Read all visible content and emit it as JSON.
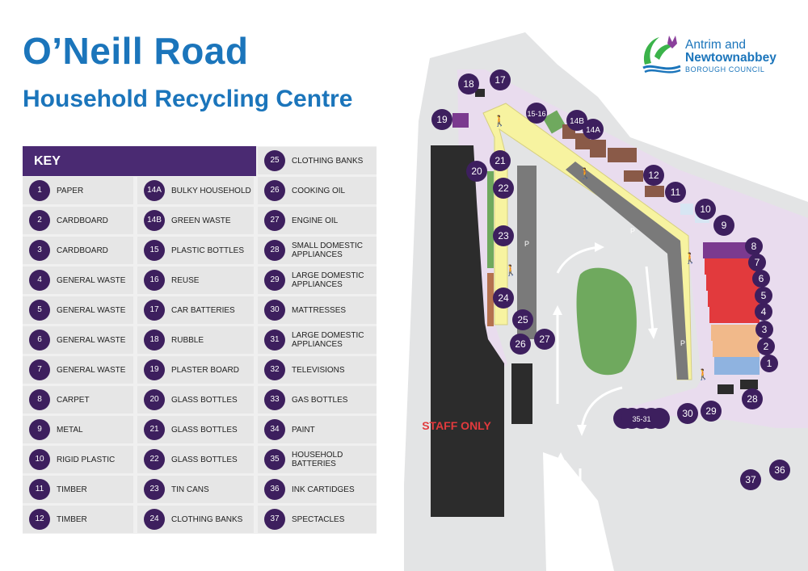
{
  "header": {
    "title": "O’Neill Road",
    "subtitle": "Household Recycling Centre"
  },
  "logo": {
    "line1": "Antrim and",
    "line2": "Newtownabbey",
    "line3": "BOROUGH COUNCIL"
  },
  "key": {
    "title": "KEY",
    "items": [
      {
        "num": "1",
        "label": "PAPER"
      },
      {
        "num": "2",
        "label": "CARDBOARD"
      },
      {
        "num": "3",
        "label": "CARDBOARD"
      },
      {
        "num": "4",
        "label": "GENERAL WASTE"
      },
      {
        "num": "5",
        "label": "GENERAL WASTE"
      },
      {
        "num": "6",
        "label": "GENERAL WASTE"
      },
      {
        "num": "7",
        "label": "GENERAL WASTE"
      },
      {
        "num": "8",
        "label": "CARPET"
      },
      {
        "num": "9",
        "label": "METAL"
      },
      {
        "num": "10",
        "label": "RIGID PLASTIC"
      },
      {
        "num": "11",
        "label": "TIMBER"
      },
      {
        "num": "12",
        "label": "TIMBER"
      },
      {
        "num": "14A",
        "label": "BULKY HOUSEHOLD"
      },
      {
        "num": "14B",
        "label": "GREEN WASTE"
      },
      {
        "num": "15",
        "label": "PLASTIC BOTTLES"
      },
      {
        "num": "16",
        "label": "REUSE"
      },
      {
        "num": "17",
        "label": "CAR BATTERIES"
      },
      {
        "num": "18",
        "label": "RUBBLE"
      },
      {
        "num": "19",
        "label": "PLASTER BOARD"
      },
      {
        "num": "20",
        "label": "GLASS BOTTLES"
      },
      {
        "num": "21",
        "label": "GLASS BOTTLES"
      },
      {
        "num": "22",
        "label": "GLASS BOTTLES"
      },
      {
        "num": "23",
        "label": "TIN CANS"
      },
      {
        "num": "24",
        "label": "CLOTHING BANKS"
      },
      {
        "num": "25",
        "label": "CLOTHING BANKS"
      },
      {
        "num": "26",
        "label": "COOKING OIL"
      },
      {
        "num": "27",
        "label": "ENGINE OIL"
      },
      {
        "num": "28",
        "label": "SMALL DOMESTIC APPLIANCES"
      },
      {
        "num": "29",
        "label": "LARGE DOMESTIC APPLIANCES"
      },
      {
        "num": "30",
        "label": "MATTRESSES"
      },
      {
        "num": "31",
        "label": "LARGE DOMESTIC APPLIANCES"
      },
      {
        "num": "32",
        "label": "TELEVISIONS"
      },
      {
        "num": "33",
        "label": "GAS BOTTLES"
      },
      {
        "num": "34",
        "label": "PAINT"
      },
      {
        "num": "35",
        "label": "HOUSEHOLD BATTERIES"
      },
      {
        "num": "36",
        "label": "INK CARTIDGES"
      },
      {
        "num": "37",
        "label": "SPECTACLES"
      }
    ]
  },
  "map": {
    "staff_label": "STAFF ONLY",
    "parking_label": "P",
    "markers": [
      "1",
      "2",
      "3",
      "4",
      "5",
      "6",
      "7",
      "8",
      "9",
      "10",
      "11",
      "12",
      "14A",
      "14B",
      "15-16",
      "17",
      "18",
      "19",
      "20",
      "21",
      "22",
      "23",
      "24",
      "25",
      "26",
      "27",
      "28",
      "29",
      "30",
      "35-31",
      "36",
      "37"
    ],
    "colors": {
      "site": "#e9dcee",
      "road": "#e3e4e5",
      "path": "#f7f3a0",
      "marker": "#3d1f5e",
      "island": "#6fa95e",
      "general_waste": "#e23a3d",
      "carpet": "#7b3a8f",
      "cardboard": "#f1b98a",
      "paper": "#8fb3e0",
      "timber": "#8a5a48",
      "building": "#2c2c2c"
    }
  }
}
